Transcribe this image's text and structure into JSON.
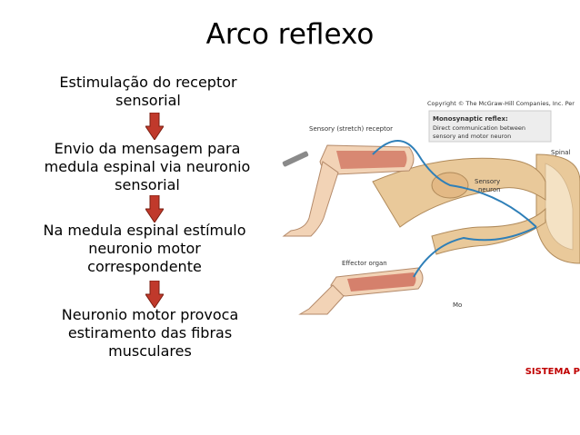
{
  "slide": {
    "title": "Arco reflexo",
    "steps": [
      "Estimulação do receptor\nsensorial",
      "Envio da mensagem para\nmedula espinal via neuronio\nsensorial",
      "Na medula espinal estímulo\nneuronio motor\ncorrespondente",
      "Neuronio motor provoca\nestiramento das fibras\nmusculares"
    ],
    "footer_brand": "SISTEMA P"
  },
  "figure": {
    "copyright": "Copyright © The McGraw-Hill Companies, Inc. Per",
    "caption_title": "Monosynaptic reflex:",
    "caption_line1": "Direct communication between",
    "caption_line2": "sensory and motor neuron",
    "label_receptor": "Sensory (stretch) receptor",
    "label_sensory_neuron": "Sensory",
    "label_sensory_neuron2": "neuron",
    "label_spinal": "Spinal",
    "label_effector": "Effector organ",
    "label_motor": "Mo"
  },
  "colors": {
    "arrow_fill": "#c0392b",
    "arrow_stroke": "#7a1e10",
    "brand_red": "#c00000",
    "nerve_blue": "#2e7fb8",
    "skin": "#f2d3b6",
    "muscle": "#c24a3a",
    "nerve_tan": "#e9c99a"
  },
  "icons": [
    "arrow-down-icon",
    "leg-illustration",
    "spinal-cord-illustration"
  ]
}
